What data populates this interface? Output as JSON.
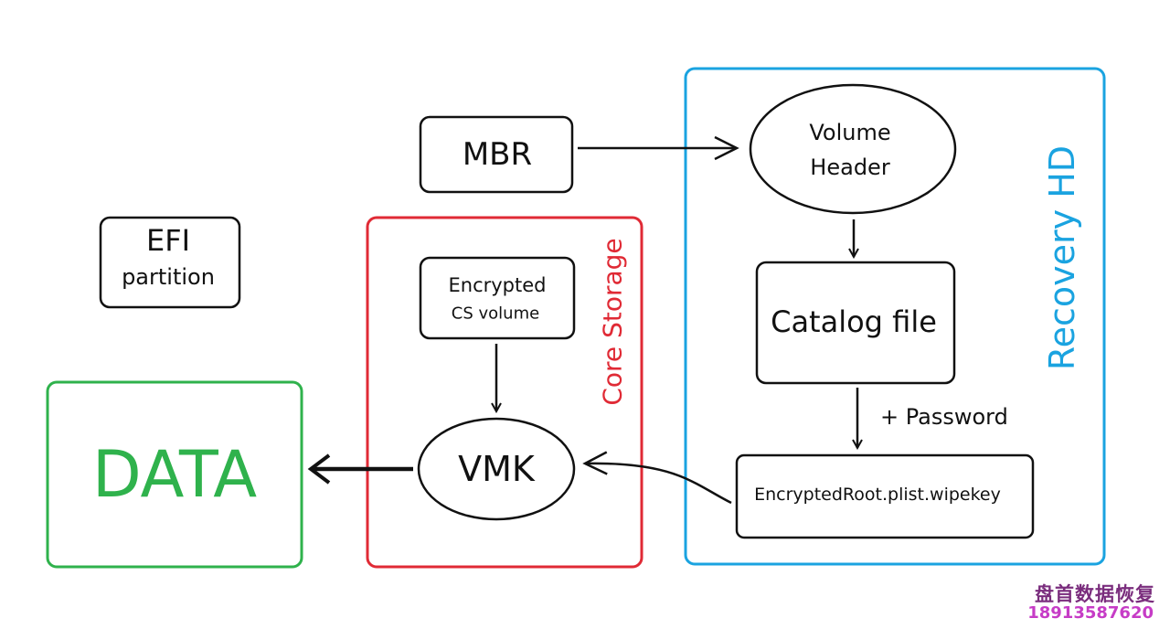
{
  "nodes": {
    "mbr": "MBR",
    "volume_header": [
      "Volume",
      "Header"
    ],
    "efi_partition": [
      "EFI",
      "partition"
    ],
    "encrypted_cs_volume": [
      "Encrypted",
      "CS volume"
    ],
    "catalog_file": "Catalog file",
    "vmk": "VMK",
    "data": "DATA",
    "wipekey": "EncryptedRoot.plist.wipekey"
  },
  "groups": {
    "core_storage": "Core Storage",
    "recovery_hd": "Recovery HD"
  },
  "edges": {
    "password_label": "+ Password"
  },
  "watermark": {
    "company": "盘首数据恢复",
    "phone": "18913587620"
  },
  "colors": {
    "data_green": "#2fb24c",
    "core_storage_red": "#e02a35",
    "recovery_blue": "#1aa3e0",
    "stroke": "#111111"
  }
}
